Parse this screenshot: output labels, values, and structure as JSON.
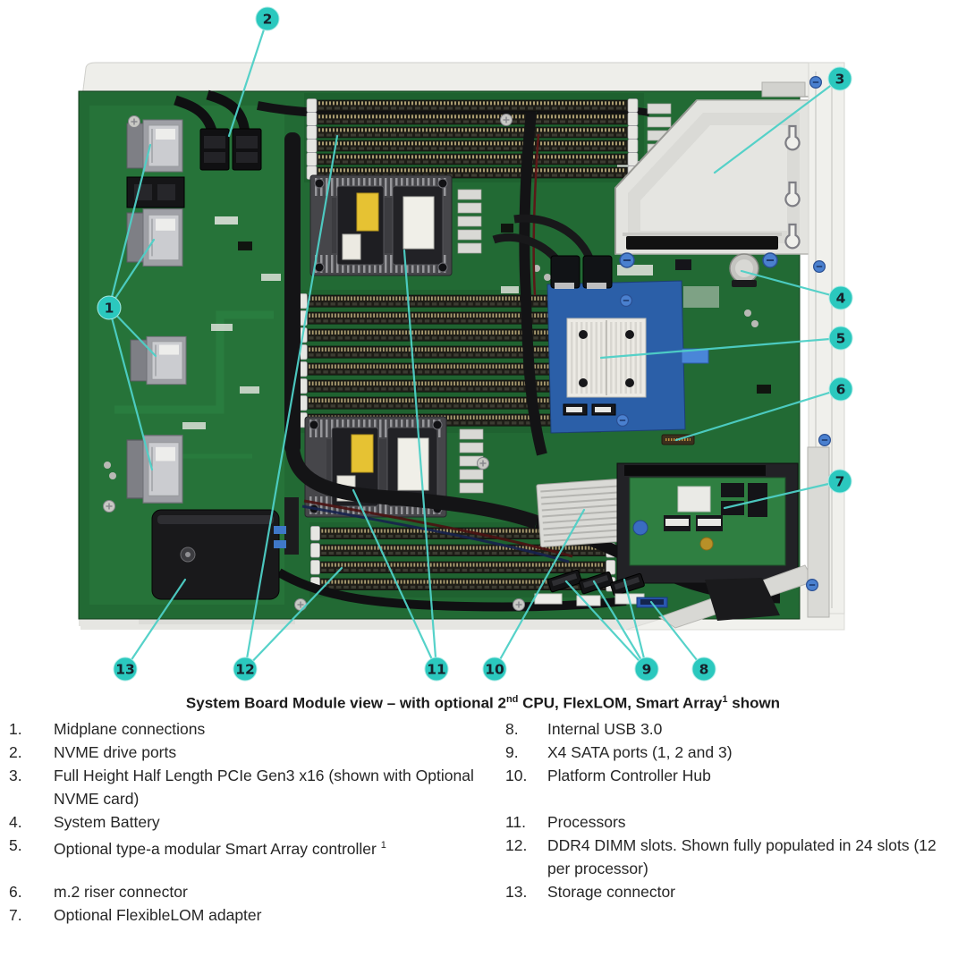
{
  "figure": {
    "callouts": [
      "1",
      "2",
      "3",
      "4",
      "5",
      "6",
      "7",
      "8",
      "9",
      "10",
      "11",
      "12",
      "13"
    ],
    "colors": {
      "callout_fill": "#2bc8be",
      "leader_line": "#4ed0c7",
      "callout_text": "#16222c",
      "pcb_green": "#226a34",
      "chassis_gray": "#eeeeea",
      "smart_array_blue": "#2b5fa8",
      "heatsink_silver": "#dadad6"
    }
  },
  "caption": {
    "p1": "System Board Module view – with optional 2",
    "sup1": "nd",
    "p2": " CPU, FlexLOM, Smart Array",
    "sup2": "1",
    "p3": " shown"
  },
  "legend": {
    "rows": [
      {
        "left": {
          "num": "1.",
          "text": "Midplane connections"
        },
        "right": {
          "num": "8.",
          "text": "Internal USB 3.0"
        }
      },
      {
        "left": {
          "num": "2.",
          "text": "NVME drive ports"
        },
        "right": {
          "num": "9.",
          "text": "X4 SATA ports (1, 2 and 3)"
        }
      },
      {
        "left": {
          "num": "3.",
          "text": "Full Height Half Length PCIe Gen3 x16 (shown with Optional NVME card)"
        },
        "right": {
          "num": "10.",
          "text": "Platform Controller Hub"
        }
      },
      {
        "left": {
          "num": "4.",
          "text": "System Battery"
        },
        "right": {
          "num": "11.",
          "text": "Processors"
        }
      },
      {
        "left": {
          "num": "5.",
          "text": "Optional type-a modular Smart Array controller ",
          "sup": "1"
        },
        "right": {
          "num": "12.",
          "text": "DDR4 DIMM slots. Shown fully populated in 24 slots (12 per processor)"
        }
      },
      {
        "left": {
          "num": "6.",
          "text": "m.2 riser connector"
        },
        "right": {
          "num": "13.",
          "text": "Storage connector"
        }
      },
      {
        "left": {
          "num": "7.",
          "text": "Optional FlexibleLOM adapter"
        },
        "right": null
      }
    ]
  }
}
